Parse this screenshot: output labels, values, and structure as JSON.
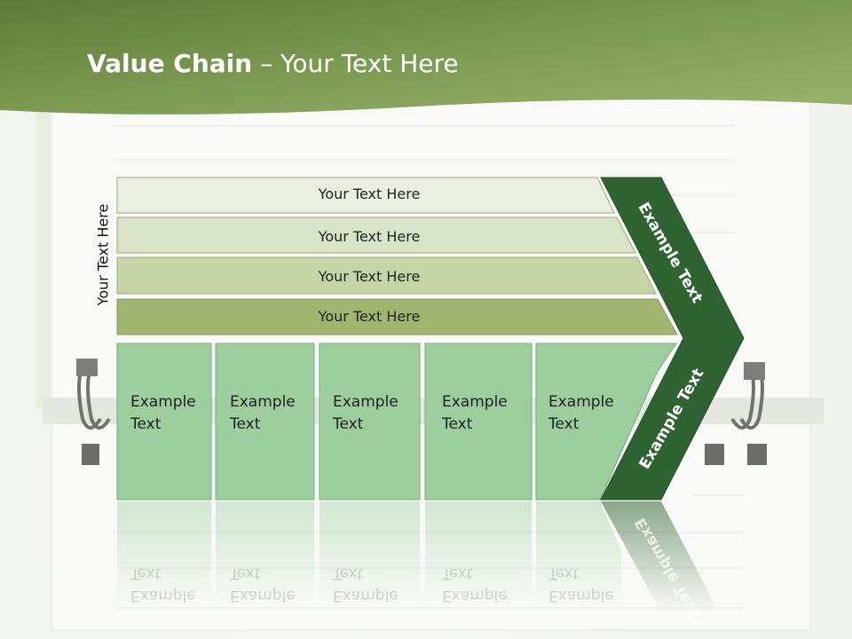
{
  "title": {
    "bold": "Value Chain",
    "rest": " – Your Text Here"
  },
  "side_label": "Your Text Here",
  "rows": [
    "Your Text Here",
    "Your Text Here",
    "Your Text Here",
    "Your Text Here"
  ],
  "boxes": [
    {
      "line1": "Example",
      "line2": "Text"
    },
    {
      "line1": "Example",
      "line2": "Text"
    },
    {
      "line1": "Example",
      "line2": "Text"
    },
    {
      "line1": "Example",
      "line2": "Text"
    },
    {
      "line1": "Example",
      "line2": "Text"
    }
  ],
  "chevron": {
    "upper": "Example Text",
    "lower": "Example Text"
  },
  "colors": {
    "header": "#7b9650",
    "row1": "#eaf0e0",
    "row2": "#d9e4c6",
    "row3": "#c5d6a4",
    "row4": "#a0b66e",
    "box": "#9dcf9e",
    "chevron": "#2f6432"
  }
}
